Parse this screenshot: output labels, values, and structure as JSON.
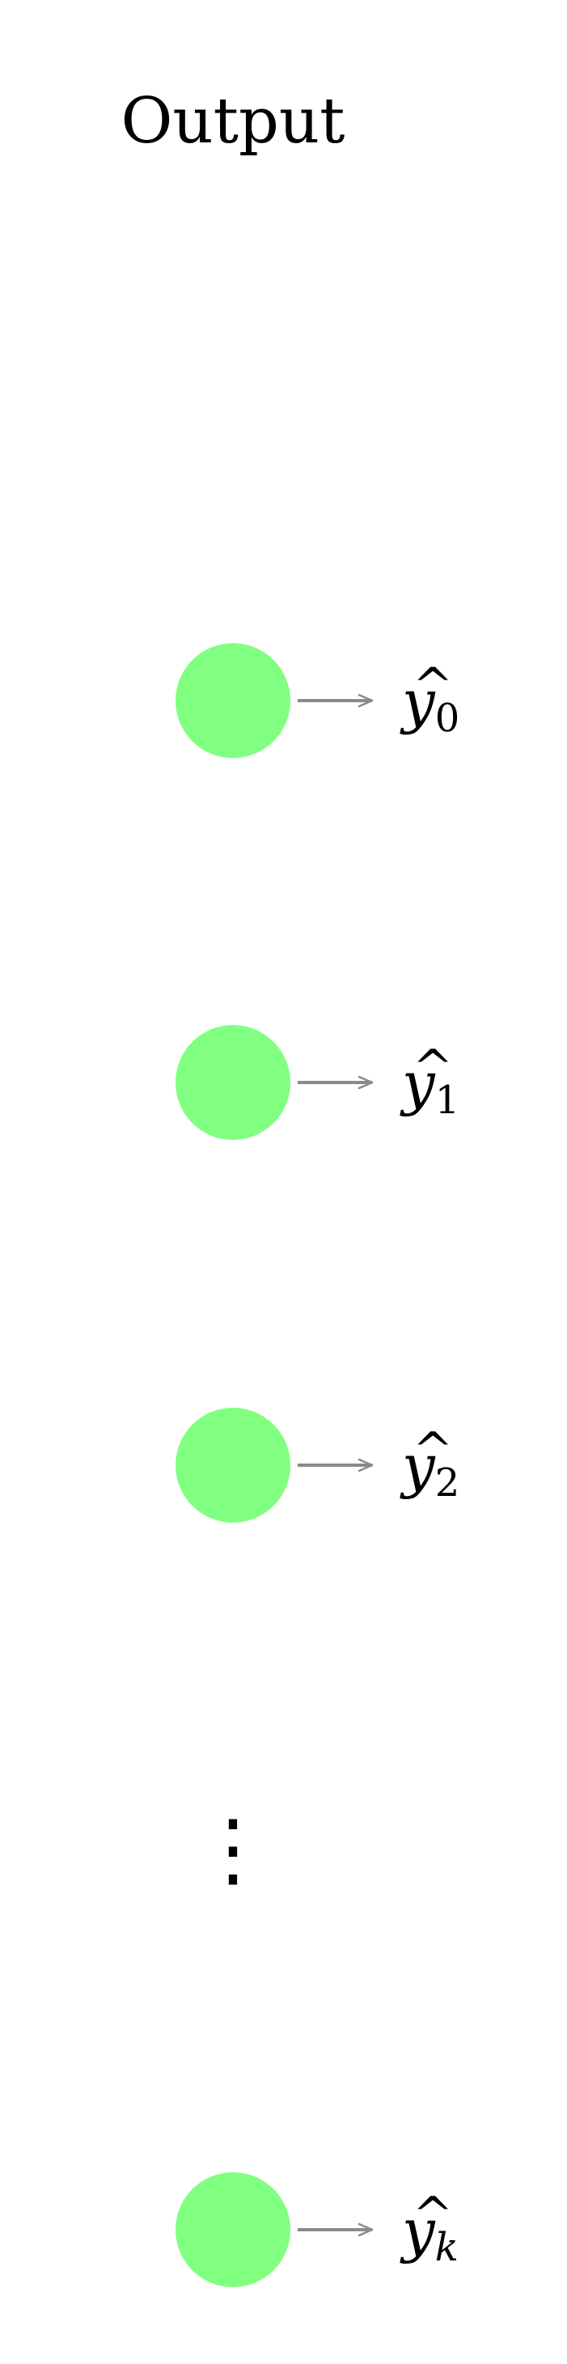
{
  "diagram": {
    "title": "Output",
    "node_color": "#80FF80",
    "arrow_color": "#8A8A8A",
    "ellipsis": "⋮",
    "outputs": [
      {
        "base": "y",
        "hat": "^",
        "sub": "0",
        "sub_italic": false
      },
      {
        "base": "y",
        "hat": "^",
        "sub": "1",
        "sub_italic": false
      },
      {
        "base": "y",
        "hat": "^",
        "sub": "2",
        "sub_italic": false
      },
      {
        "base": "y",
        "hat": "^",
        "sub": "k",
        "sub_italic": true
      }
    ]
  }
}
